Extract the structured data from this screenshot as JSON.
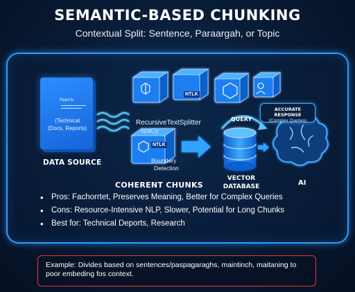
{
  "title": "SEMANTIC-BASED CHUNKING",
  "subtitle": "Contextual Split: Sentence, Paraargah, or Topic",
  "data_source": {
    "doc_line1": "Repo'ts",
    "doc_line2": "(Technical",
    "doc_line3": "(Docs, Reports)",
    "label": "DATA SOURCE"
  },
  "cubes": {
    "top_tag": "NTLK",
    "center_tag": "NTLK",
    "splitter_label": "RecursiveTextSplitter",
    "spacy_label": "spaCy",
    "boundary_label_1": "Boundary",
    "boundary_label_2": "Detection"
  },
  "query_label": "QUERY",
  "database": {
    "line1": "VECTOR",
    "line2": "DATABASE"
  },
  "accurate_response": {
    "title": "ACCURATE RESPONSE",
    "subtitle": "(Complex Queries)"
  },
  "ai_label": "AI",
  "chunks_label": "COHERENT CHUNKS",
  "bullets": [
    "Pros: Fachorrtet, Preserves Meaning, Better for Complex Queries",
    "Cons: Resource-Intensive NLP, Slower, Potential for Long Chunks",
    "Best for: Technical Deports, Research"
  ],
  "example": "Example: Divides based on sentences/paspagaraghs, maintinch, maitaning to poor embeding fos context.",
  "colors": {
    "accent": "#2f9bff",
    "background": "#081a33",
    "example_border": "#e03a3a"
  }
}
